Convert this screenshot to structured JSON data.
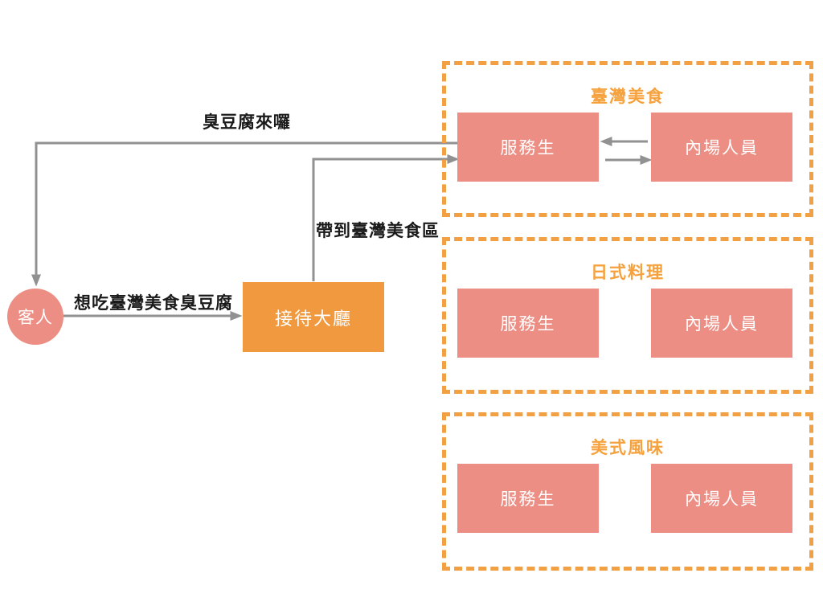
{
  "colors": {
    "pink": "#EC8E84",
    "orange": "#F0993E",
    "dash-orange": "#F2A044",
    "title-orange": "#F5A13D",
    "arrow-gray": "#919191",
    "text-dark": "#1A1A1A"
  },
  "nodes": {
    "customer": "客人",
    "reception": "接待大廳"
  },
  "sections": [
    {
      "title": "臺灣美食",
      "waiter": "服務生",
      "kitchen": "內場人員"
    },
    {
      "title": "日式料理",
      "waiter": "服務生",
      "kitchen": "內場人員"
    },
    {
      "title": "美式風味",
      "waiter": "服務生",
      "kitchen": "內場人員"
    }
  ],
  "edge_labels": {
    "serve": "臭豆腐來囉",
    "request": "想吃臺灣美食臭豆腐",
    "guide": "帶到臺灣美食區"
  }
}
